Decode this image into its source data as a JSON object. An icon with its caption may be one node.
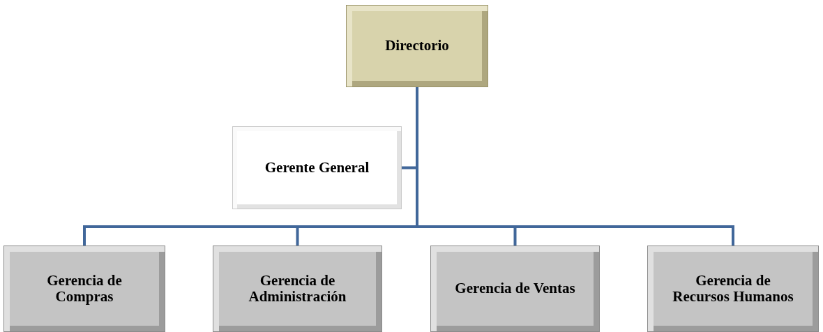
{
  "diagram": {
    "nodes": [
      {
        "text": [
          "Directorio"
        ]
      },
      {
        "text": [
          "Gerente General"
        ]
      },
      {
        "text": [
          "Gerencia de Compras"
        ]
      },
      {
        "text": [
          "Gerencia de Administración"
        ]
      },
      {
        "text": [
          "Gerencia de Ventas"
        ]
      },
      {
        "text": [
          "Gerencia de Recursos Humanos"
        ]
      }
    ],
    "edges": [
      {
        "from": 0,
        "to": 1,
        "arrow": "none"
      },
      {
        "from": 0,
        "to": 2,
        "arrow": "none"
      },
      {
        "from": 0,
        "to": 3,
        "arrow": "none"
      },
      {
        "from": 0,
        "to": 4,
        "arrow": "none"
      },
      {
        "from": 0,
        "to": 5,
        "arrow": "none"
      }
    ]
  }
}
